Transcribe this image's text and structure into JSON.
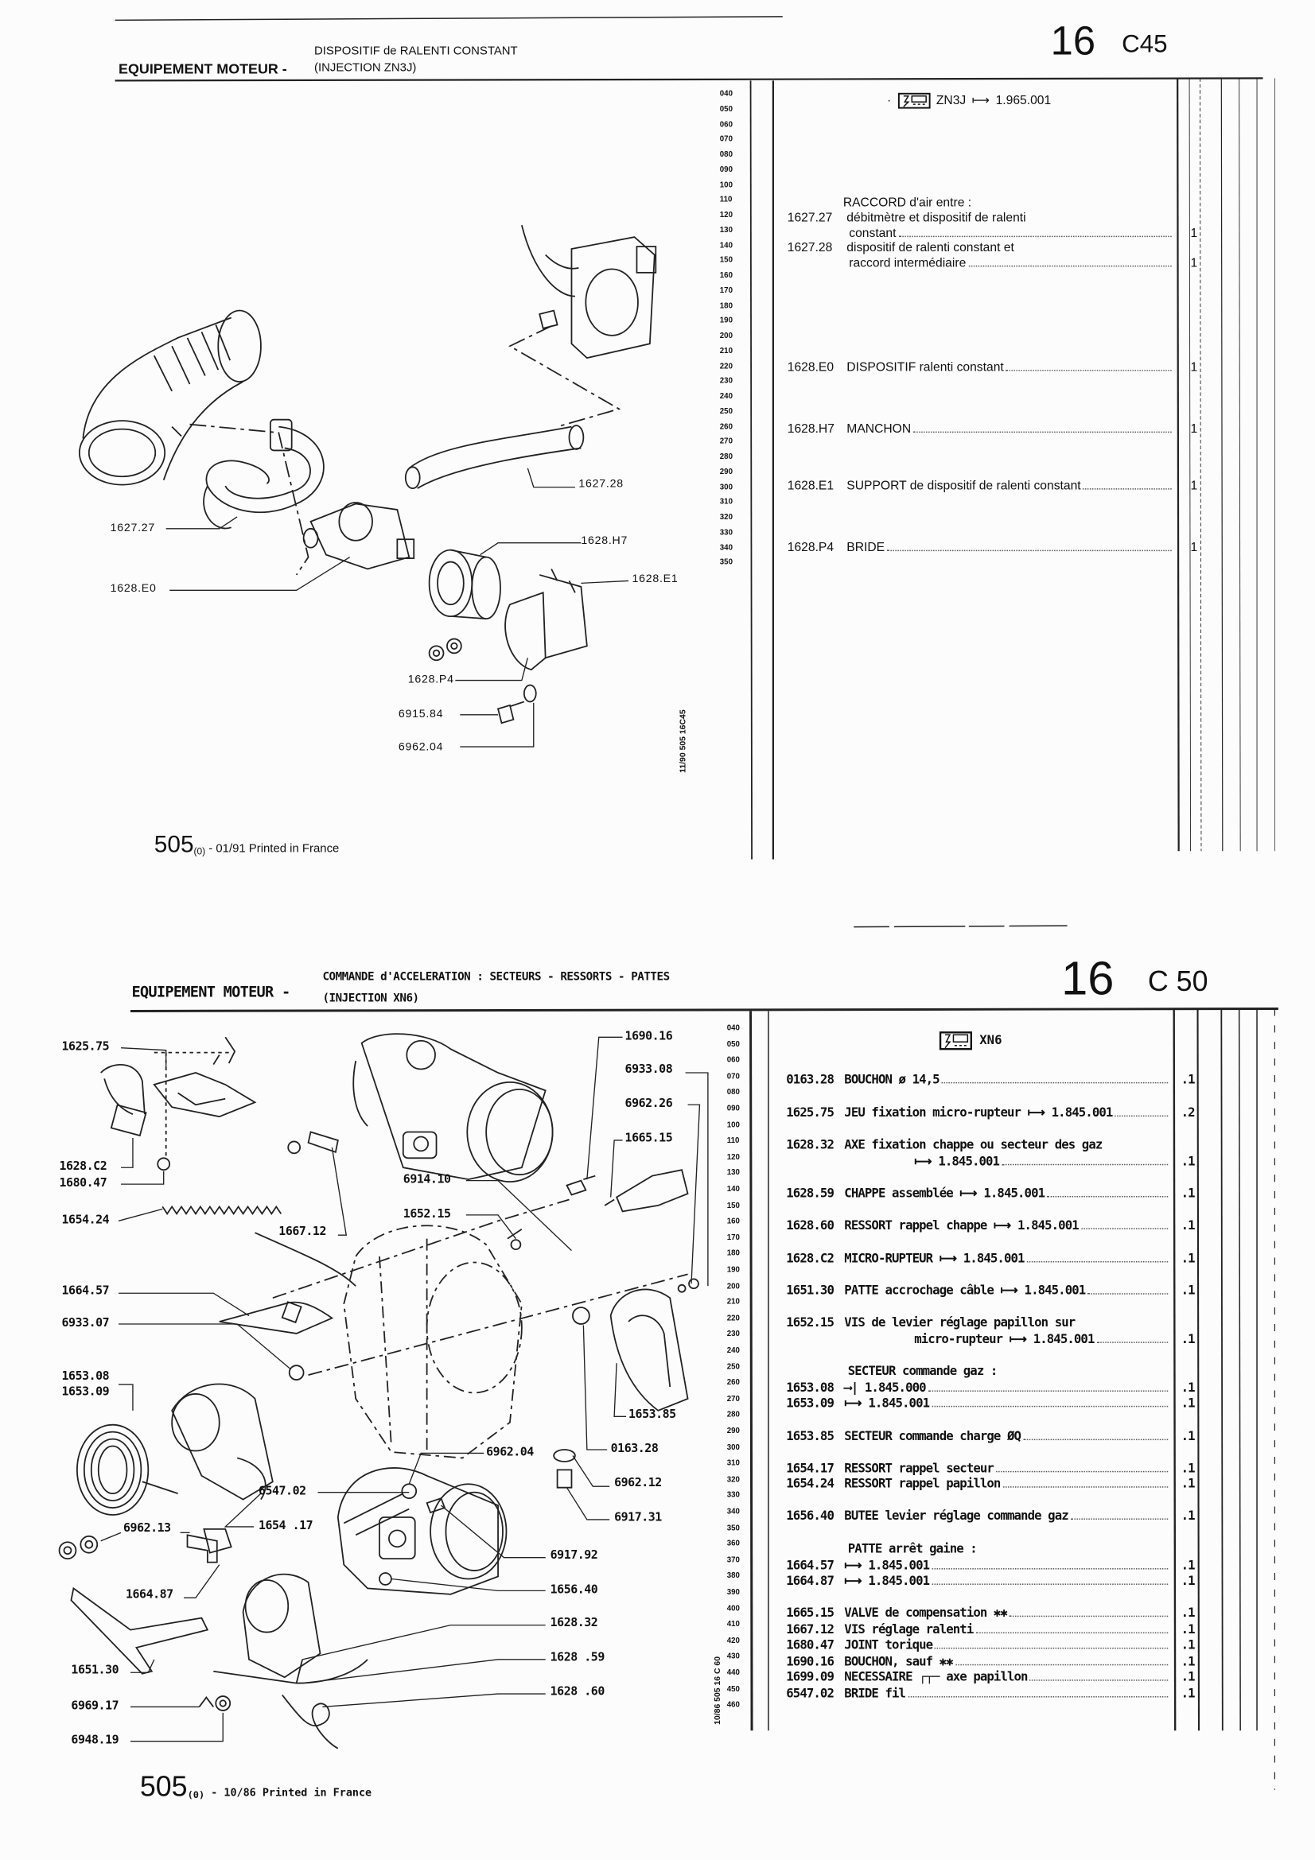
{
  "top_page": {
    "header": {
      "section": "EQUIPEMENT MOTEUR -",
      "title_line1": "DISPOSITIF de RALENTI CONSTANT",
      "title_line2": "(INJECTION ZN3J)",
      "page_number": "16",
      "page_code": "C45"
    },
    "ruler": [
      "040",
      "050",
      "060",
      "070",
      "080",
      "090",
      "100",
      "110",
      "120",
      "130",
      "140",
      "150",
      "160",
      "170",
      "180",
      "190",
      "200",
      "210",
      "220",
      "230",
      "240",
      "250",
      "260",
      "270",
      "280",
      "290",
      "300",
      "310",
      "320",
      "330",
      "340",
      "350"
    ],
    "engine_tag": {
      "icon": "engine-type-icon",
      "code": "ZN3J",
      "arrow": "⟼",
      "serial": "1.965.001"
    },
    "parts": [
      {
        "heading": "RACCORD d'air entre :"
      },
      {
        "ref": "1627.27",
        "lines": [
          "débitmètre et dispositif de ralenti",
          "constant"
        ],
        "qty": "1"
      },
      {
        "ref": "1627.28",
        "lines": [
          "dispositif de ralenti constant et",
          "raccord intermédiaire"
        ],
        "qty": "1"
      },
      {
        "ref": "1628.E0",
        "lines": [
          "DISPOSITIF ralenti constant"
        ],
        "qty": "1"
      },
      {
        "ref": "1628.H7",
        "lines": [
          "MANCHON"
        ],
        "qty": "1"
      },
      {
        "ref": "1628.E1",
        "lines": [
          "SUPPORT de dispositif de ralenti constant"
        ],
        "qty": "1"
      },
      {
        "ref": "1628.P4",
        "lines": [
          "BRIDE"
        ],
        "qty": "1"
      }
    ],
    "callouts": [
      "1627.27",
      "1628.E0",
      "1627.28",
      "1628.H7",
      "1628.E1",
      "1628.P4",
      "6915.84",
      "6962.04"
    ],
    "vertical_code": "11/90  505  16C45",
    "footer": {
      "model": "505",
      "variant": "(0)",
      "text": "- 01/91 Printed in France"
    }
  },
  "bottom_page": {
    "header": {
      "section": "EQUIPEMENT MOTEUR -",
      "title_line1": "COMMANDE d'ACCELERATION : SECTEURS - RESSORTS - PATTES",
      "title_line2": "(INJECTION XN6)",
      "page_number": "16",
      "page_code": "C 50"
    },
    "ruler": [
      "040",
      "050",
      "060",
      "070",
      "080",
      "090",
      "100",
      "110",
      "120",
      "130",
      "140",
      "150",
      "160",
      "170",
      "180",
      "190",
      "200",
      "210",
      "220",
      "230",
      "240",
      "250",
      "260",
      "270",
      "280",
      "290",
      "300",
      "310",
      "320",
      "330",
      "340",
      "350",
      "360",
      "370",
      "380",
      "390",
      "400",
      "410",
      "420",
      "430",
      "440",
      "450",
      "460"
    ],
    "engine_tag": {
      "icon": "engine-type-icon",
      "code": "XN6"
    },
    "parts": [
      {
        "ref": "0163.28",
        "lines": [
          "BOUCHON  ø 14,5"
        ],
        "qty": ".1"
      },
      {
        "ref": "1625.75",
        "lines": [
          "JEU fixation micro-rupteur ⟼ 1.845.001"
        ],
        "qty": ".2"
      },
      {
        "ref": "1628.32",
        "lines": [
          "AXE fixation chappe ou secteur des gaz",
          "⟼ 1.845.001"
        ],
        "qty": ".1"
      },
      {
        "ref": "1628.59",
        "lines": [
          "CHAPPE assemblée ⟼ 1.845.001"
        ],
        "qty": ".1"
      },
      {
        "ref": "1628.60",
        "lines": [
          "RESSORT rappel chappe ⟼ 1.845.001"
        ],
        "qty": ".1"
      },
      {
        "ref": "1628.C2",
        "lines": [
          "MICRO-RUPTEUR ⟼ 1.845.001"
        ],
        "qty": ".1"
      },
      {
        "ref": "1651.30",
        "lines": [
          "PATTE accrochage câble ⟼ 1.845.001"
        ],
        "qty": ".1"
      },
      {
        "ref": "1652.15",
        "lines": [
          "VIS de levier réglage papillon sur",
          "micro-rupteur ⟼ 1.845.001"
        ],
        "qty": ".1"
      },
      {
        "heading": "SECTEUR commande gaz :"
      },
      {
        "ref": "1653.08",
        "lines": [
          " ⟶| 1.845.000"
        ],
        "qty": ".1"
      },
      {
        "ref": "1653.09",
        "lines": [
          " ⟼ 1.845.001"
        ],
        "qty": ".1"
      },
      {
        "ref": "1653.85",
        "lines": [
          "SECTEUR commande charge ØQ"
        ],
        "qty": ".1"
      },
      {
        "ref": "1654.17",
        "lines": [
          "RESSORT rappel secteur"
        ],
        "qty": ".1"
      },
      {
        "ref": "1654.24",
        "lines": [
          "RESSORT rappel papillon"
        ],
        "qty": ".1"
      },
      {
        "ref": "1656.40",
        "lines": [
          "BUTEE levier réglage commande gaz"
        ],
        "qty": ".1"
      },
      {
        "heading": "PATTE arrêt gaine :"
      },
      {
        "ref": "1664.57",
        "lines": [
          " ⟼ 1.845.001"
        ],
        "qty": ".1"
      },
      {
        "ref": "1664.87",
        "lines": [
          " ⟼ 1.845.001"
        ],
        "qty": ".1"
      },
      {
        "ref": "1665.15",
        "lines": [
          "VALVE de compensation ✱✱"
        ],
        "qty": ".1"
      },
      {
        "ref": "1667.12",
        "lines": [
          "VIS réglage ralenti"
        ],
        "qty": ".1"
      },
      {
        "ref": "1680.47",
        "lines": [
          "JOINT torique"
        ],
        "qty": ".1"
      },
      {
        "ref": "1690.16",
        "lines": [
          "BOUCHON, sauf ✱✱"
        ],
        "qty": ".1"
      },
      {
        "ref": "1699.09",
        "lines": [
          "NECESSAIRE ┌┬─ axe papillon"
        ],
        "qty": ".1"
      },
      {
        "ref": "6547.02",
        "lines": [
          "BRIDE fil"
        ],
        "qty": ".1"
      }
    ],
    "callouts": [
      "1625.75",
      "1628.C2",
      "1680.47",
      "1654.24",
      "1667.12",
      "1664.57",
      "6933.07",
      "1653.08",
      "1653.09",
      "1690.16",
      "6933.08",
      "6962.26",
      "1665.15",
      "6914.10",
      "1652.15",
      "1653.85",
      "0163.28",
      "6962.04",
      "6547.02",
      "6962.12",
      "6917.31",
      "1654 .17",
      "6962.13",
      "6917.92",
      "1656.40",
      "1664.87",
      "1628.32",
      "1628 .59",
      "1651.30",
      "1628 .60",
      "6969.17",
      "6948.19"
    ],
    "vertical_code": "10/86  505  16 C 60",
    "footer": {
      "model": "505",
      "variant": "(0)",
      "text": "- 10/86 Printed in France"
    }
  }
}
